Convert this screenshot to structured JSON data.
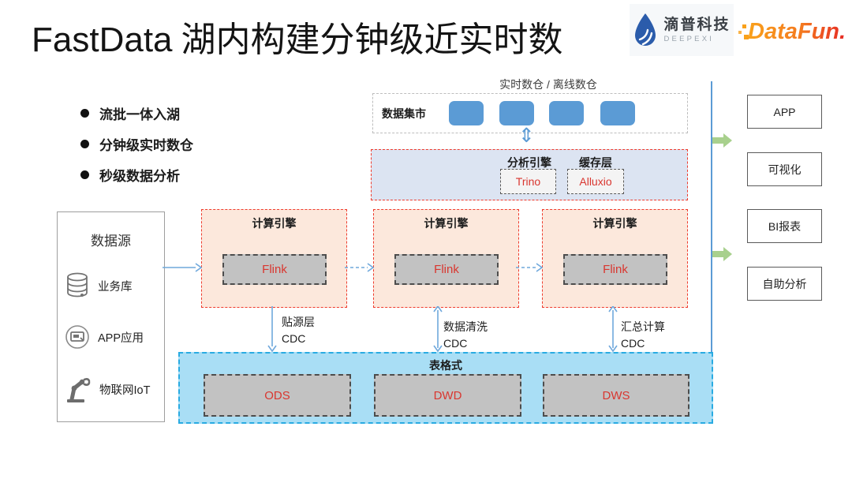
{
  "slide": {
    "title_en": "FastData",
    "title_zh": " 湖内构建分钟级近实时数",
    "bullets": [
      "流批一体入湖",
      "分钟级实时数仓",
      "秒级数据分析"
    ]
  },
  "logos": {
    "deepexi_name": "滴普科技",
    "deepexi_sub": "DEEPEXI",
    "datafun": "DataFun."
  },
  "diagram": {
    "top_label": "实时数仓 / 离线数仓",
    "data_mart": {
      "label": "数据集市",
      "tile_count": 4,
      "tile_color": "#5b9bd5"
    },
    "analysis_layer": {
      "engine_label": "分析引擎",
      "engine": "Trino",
      "cache_label": "缓存层",
      "cache": "Alluxio"
    },
    "compute": {
      "title": "计算引擎",
      "engine": "Flink",
      "instances": 3
    },
    "sources": {
      "title": "数据源",
      "items": [
        {
          "icon": "database-icon",
          "label": "业务库"
        },
        {
          "icon": "app-icon",
          "label": "APP应用"
        },
        {
          "icon": "robot-arm-icon",
          "label": "物联网IoT"
        }
      ]
    },
    "cdc_labels": [
      {
        "line1": "贴源层",
        "line2": "CDC"
      },
      {
        "line1": "数据清洗",
        "line2": "CDC"
      },
      {
        "line1": "汇总计算",
        "line2": "CDC"
      }
    ],
    "table_format": {
      "title": "表格式",
      "layers": [
        "ODS",
        "DWD",
        "DWS"
      ]
    },
    "outputs": [
      "APP",
      "可视化",
      "BI报表",
      "自助分析"
    ]
  },
  "colors": {
    "accent_blue": "#5b9bd5",
    "light_blue_fill": "#a9def5",
    "light_blue_border": "#29abe2",
    "peach_fill": "#fce8dc",
    "red_dashed_border": "#ef3b2d",
    "red_text": "#d9362f",
    "analysis_fill": "#dce4f2",
    "gray_fill": "#c2c2c2",
    "green_arrow": "#a8d08d"
  }
}
